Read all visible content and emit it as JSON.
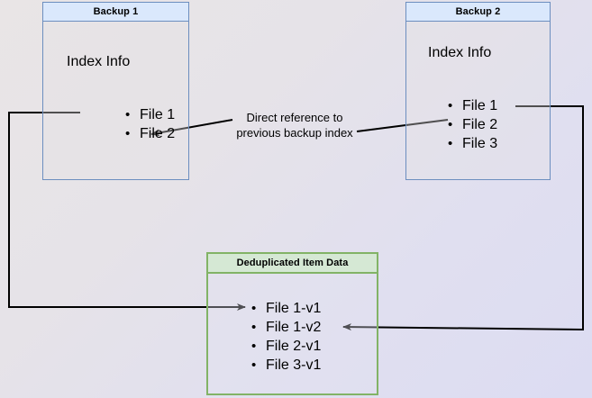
{
  "diagram": {
    "title_backup1": "Backup 1",
    "title_backup2": "Backup 2",
    "title_dedup": "Deduplicated Item Data",
    "index_info_label_1": "Index Info",
    "index_info_label_2": "Index Info",
    "center_label_line1": "Direct reference to",
    "center_label_line2": "previous backup index",
    "backup1_files": [
      {
        "label": "File 1"
      },
      {
        "label": "File 2"
      }
    ],
    "backup2_files": [
      {
        "label": "File 1"
      },
      {
        "label": "File 2"
      },
      {
        "label": "File 3"
      }
    ],
    "dedup_files": [
      {
        "label": "File 1-v1"
      },
      {
        "label": "File 1-v2"
      },
      {
        "label": "File 2-v1"
      },
      {
        "label": "File 3-v1"
      }
    ],
    "colors": {
      "blue_border": "#6c8ebf",
      "blue_header": "#dae8fc",
      "green_border": "#82b366",
      "green_header": "#d5e8d4",
      "edge": "#000000",
      "background_start": "#e9e5e6",
      "background_end": "#dcdcf2"
    }
  }
}
